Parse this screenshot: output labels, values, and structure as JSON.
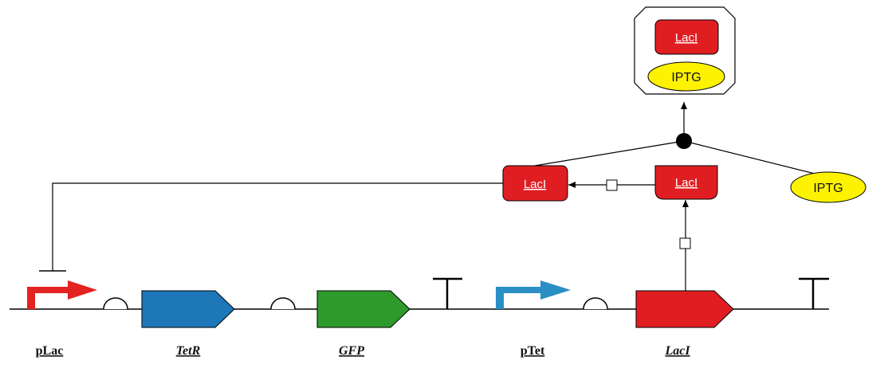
{
  "colors": {
    "promoter_plac": "#e32222",
    "promoter_ptet": "#2b8ec5",
    "cds_tetr": "#1d77b8",
    "cds_gfp": "#2e9a2c",
    "cds_laci": "#e01e22",
    "protein": "#e01e22",
    "ipt_fill": "#fdf200",
    "line": "#000000"
  },
  "parts": {
    "plac": {
      "label": "pLac",
      "type": "promoter"
    },
    "tetr": {
      "label": "TetR",
      "type": "cds"
    },
    "gfp": {
      "label": "GFP",
      "type": "cds"
    },
    "ptet": {
      "label": "pTet",
      "type": "promoter"
    },
    "laci_gene": {
      "label": "LacI",
      "type": "cds"
    }
  },
  "species": {
    "complex_laci": "LacI",
    "complex_iptg": "IPTG",
    "laci_active": "LacI",
    "laci_translated": "LacI",
    "iptg_free": "IPTG"
  },
  "icons": {
    "rbs": "ribosome-binding-site-icon",
    "terminator": "terminator-icon",
    "repression": "repression-arc",
    "association": "association-dot-icon",
    "process": "process-node-icon"
  }
}
